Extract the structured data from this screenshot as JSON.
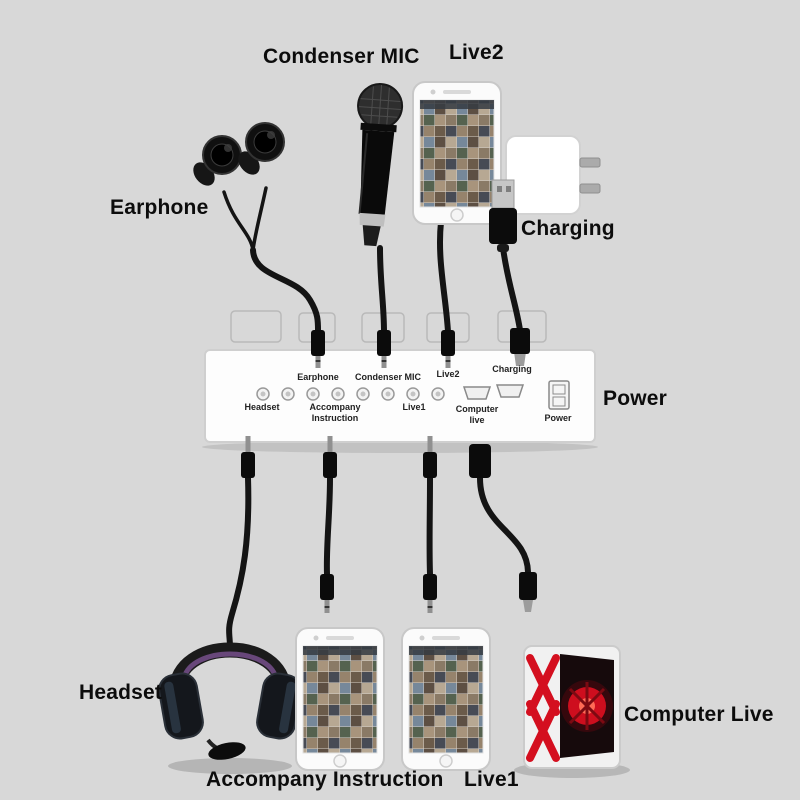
{
  "labels": {
    "condenser_mic": "Condenser MIC",
    "live2": "Live2",
    "earphone": "Earphone",
    "charging": "Charging",
    "power": "Power",
    "headset": "Headset",
    "accompany_instruction": "Accompany Instruction",
    "live1": "Live1",
    "computer_live": "Computer Live"
  },
  "mixer_ports": {
    "earphone": "Earphone",
    "condenser_mic": "Condenser MIC",
    "live2": "Live2",
    "charging": "Charging",
    "headset": "Headset",
    "accompany_line1": "Accompany",
    "accompany_line2": "Instruction",
    "live1": "Live1",
    "computer_line1": "Computer",
    "computer_line2": "live",
    "power": "Power"
  },
  "colors": {
    "background": "#d8d8d8",
    "cable_black": "#141414",
    "device_white": "#fdfdfd",
    "accent_red": "#d40f1f",
    "headband_purple": "#6d4a80",
    "metal_silver": "#c6c6c6"
  }
}
